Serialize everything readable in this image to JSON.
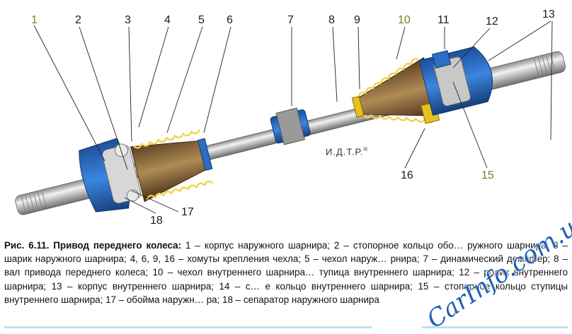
{
  "figure": {
    "callouts": [
      {
        "id": "1",
        "label": "1"
      },
      {
        "id": "2",
        "label": "2"
      },
      {
        "id": "3",
        "label": "3"
      },
      {
        "id": "4",
        "label": "4"
      },
      {
        "id": "5",
        "label": "5"
      },
      {
        "id": "6",
        "label": "6"
      },
      {
        "id": "7",
        "label": "7"
      },
      {
        "id": "8",
        "label": "8"
      },
      {
        "id": "9",
        "label": "9"
      },
      {
        "id": "10",
        "label": "10"
      },
      {
        "id": "11",
        "label": "11"
      },
      {
        "id": "12",
        "label": "12"
      },
      {
        "id": "13",
        "label": "13"
      },
      {
        "id": "15",
        "label": "15"
      },
      {
        "id": "16",
        "label": "16"
      },
      {
        "id": "17",
        "label": "17"
      },
      {
        "id": "18",
        "label": "18"
      }
    ],
    "mark": "И.Д.Т.Р.",
    "mark_symbol": "®",
    "colors": {
      "housing": "#2a6fc4",
      "boot": "#8a6a3a",
      "spring": "#f0d24a",
      "shaft": "#b9b9b9",
      "clamp": "#2a6fc4",
      "ring": "#e8c020"
    }
  },
  "caption": {
    "title": "Рис. 6.11. Привод переднего колеса:",
    "text": " 1 – корпус наружного шарнира; 2 – стопорное кольцо обо… ружного шарнира; 3 – шарик наружного шарнира; 4, 6, 9, 16 – хомуты крепления чехла; 5 – чехол наруж… рнира; 7 – динамический демпфер; 8 – вал привода переднего колеса; 10 – чехол внутреннего шарнира… тупица внутреннего шарнира; 12 – ролик внутреннего шарнира; 13 – корпус внутреннего шарнира; 14 – с… е кольцо внутреннего шарнира; 15 – стопорное кольцо ступицы внутреннего шарнира; 17 – обойма наружн… ра; 18 – сепаратор наружного шарнира"
  },
  "watermark": "CarInfo.com.ua"
}
